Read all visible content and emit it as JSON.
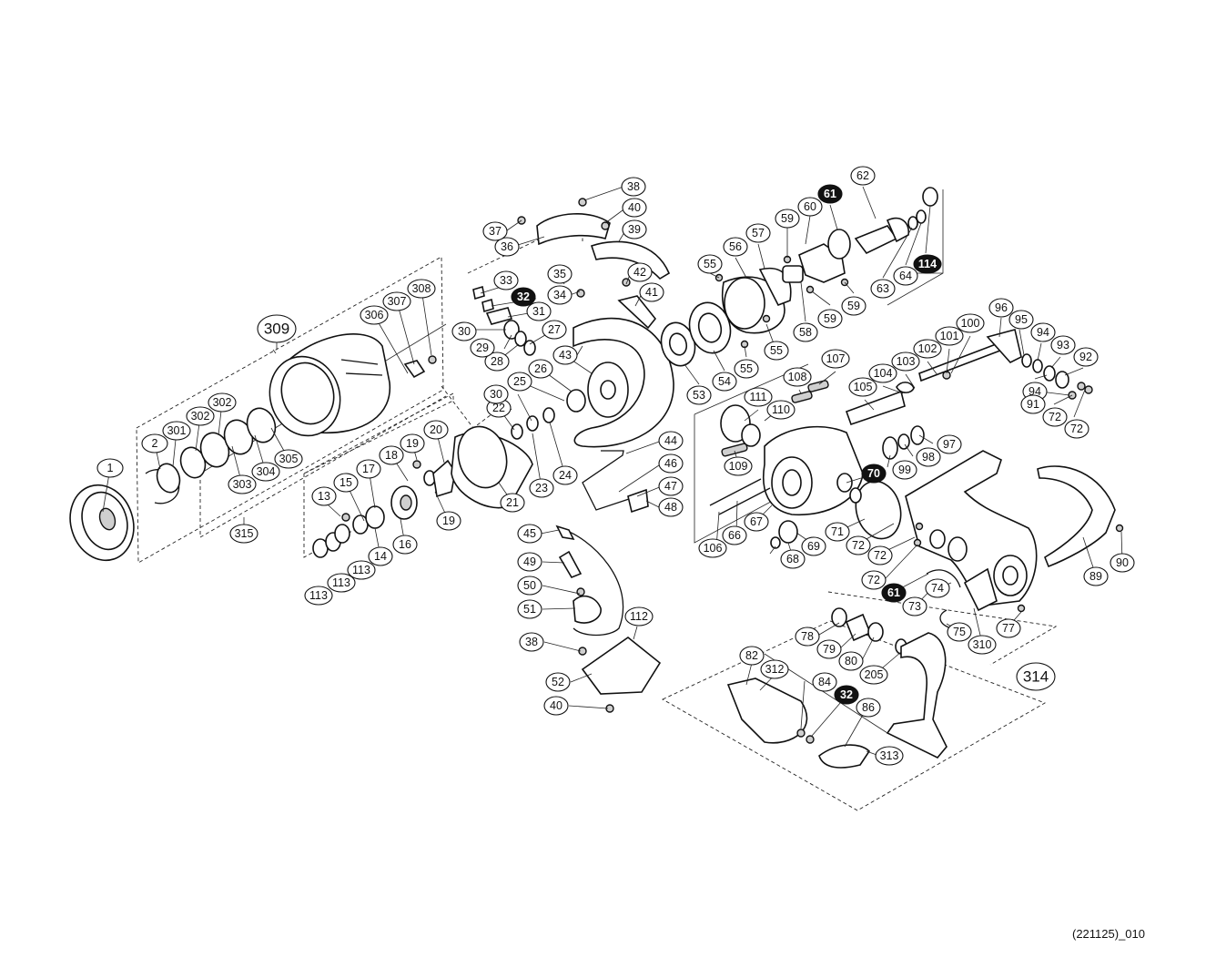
{
  "diagram": {
    "code_label": "(221125)_010",
    "labels": {
      "p1": "1",
      "p2": "2",
      "p301": "301",
      "p302a": "302",
      "p302b": "302",
      "p303": "303",
      "p304": "304",
      "p305": "305",
      "p306": "306",
      "p307": "307",
      "p308": "308",
      "p309": "309",
      "p315": "315",
      "p13": "13",
      "p14": "14",
      "p15": "15",
      "p16": "16",
      "p17": "17",
      "p18": "18",
      "p19a": "19",
      "p19b": "19",
      "p20": "20",
      "p21": "21",
      "p113a": "113",
      "p113b": "113",
      "p113c": "113",
      "p22": "22",
      "p23": "23",
      "p24": "24",
      "p25": "25",
      "p26": "26",
      "p27": "27",
      "p28": "28",
      "p29": "29",
      "p30a": "30",
      "p30b": "30",
      "p31": "31",
      "p32a": "32",
      "p33": "33",
      "p34": "34",
      "p35": "35",
      "p36": "36",
      "p37": "37",
      "p38a": "38",
      "p39": "39",
      "p40a": "40",
      "p41": "41",
      "p42": "42",
      "p43": "43",
      "p44": "44",
      "p45": "45",
      "p46": "46",
      "p47": "47",
      "p48": "48",
      "p49": "49",
      "p50": "50",
      "p51": "51",
      "p38b": "38",
      "p52": "52",
      "p40b": "40",
      "p112": "112",
      "p53": "53",
      "p54": "54",
      "p55a": "55",
      "p55b": "55",
      "p55c": "55",
      "p56": "56",
      "p57": "57",
      "p58": "58",
      "p59a": "59",
      "p59b": "59",
      "p59c": "59",
      "p60": "60",
      "p61a": "61",
      "p62": "62",
      "p63": "63",
      "p64": "64",
      "p114": "114",
      "p96": "96",
      "p95": "95",
      "p94a": "94",
      "p94b": "94",
      "p93": "93",
      "p92": "92",
      "p91": "91",
      "p72a": "72",
      "p72b": "72",
      "p100": "100",
      "p101": "101",
      "p102": "102",
      "p103": "103",
      "p104": "104",
      "p105": "105",
      "p107": "107",
      "p108": "108",
      "p110": "110",
      "p111": "111",
      "p109": "109",
      "p97": "97",
      "p98": "98",
      "p99": "99",
      "p70": "70",
      "p106": "106",
      "p66": "66",
      "p67": "67",
      "p68": "68",
      "p69": "69",
      "p71": "71",
      "p72c": "72",
      "p72d": "72",
      "p72e": "72",
      "p61b": "61",
      "p73": "73",
      "p74": "74",
      "p75": "75",
      "p77": "77",
      "p310": "310",
      "p89": "89",
      "p90": "90",
      "p314": "314",
      "p78": "78",
      "p79": "79",
      "p80": "80",
      "p205": "205",
      "p82": "82",
      "p312": "312",
      "p84": "84",
      "p32b": "32",
      "p86": "86",
      "p313": "313"
    }
  }
}
